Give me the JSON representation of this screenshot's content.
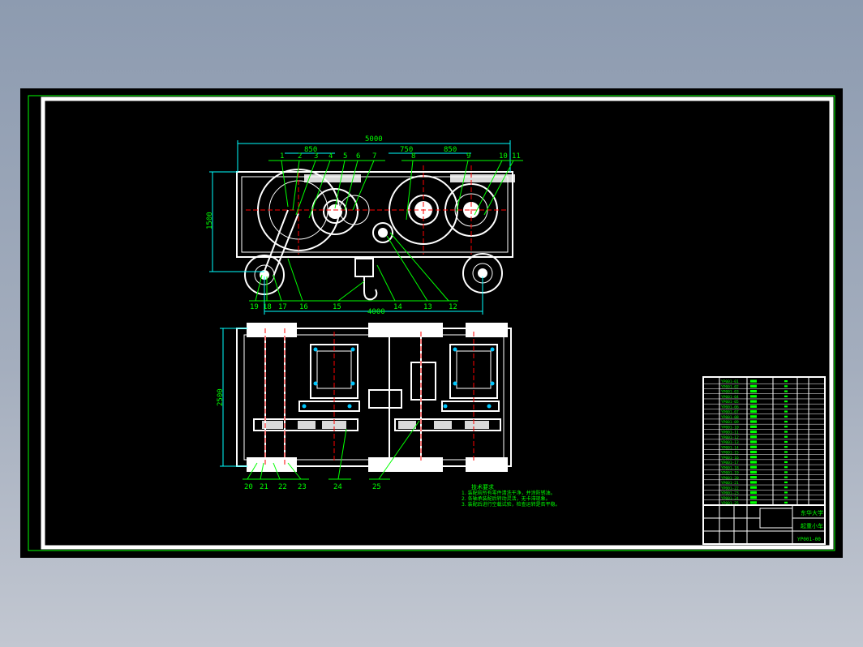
{
  "colors": {
    "background": "#8d9bb0",
    "model_space": "#000000",
    "frame": "#ffffff",
    "outer_border": "#00ff00",
    "dimension": "#00ffff",
    "leader": "#00ff00",
    "centerline": "#ff0000",
    "accent": "#00c8ff",
    "hatch": "#ffffff"
  },
  "dimensions": {
    "overall_width": "5000",
    "left_span": "850",
    "mid_span": "750",
    "right_span": "850",
    "height": "1500",
    "wheelbase": "4000",
    "track_width": "2500"
  },
  "top_view_part_numbers": [
    "1",
    "2",
    "3",
    "4",
    "5",
    "6",
    "7",
    "8",
    "9",
    "10",
    "11"
  ],
  "front_view_part_numbers": [
    "19",
    "18",
    "17",
    "16",
    "15",
    "14",
    "13",
    "12"
  ],
  "plan_view_part_numbers": [
    "20",
    "21",
    "22",
    "23",
    "24",
    "25"
  ],
  "technical_notes": {
    "heading": "技术要求",
    "lines": [
      "1. 装配前所有零件清洗干净，并涂防锈油。",
      "2. 各轴承装配后转动灵活，无卡滞现象。",
      "3. 装配后进行空载试验，检查运转是否平稳。"
    ]
  },
  "title_block": {
    "school": "东华大学",
    "drawing_title": "起重小车",
    "drawing_number": "YP001-00",
    "bom_rows": [
      "YP001-01",
      "YP001-02",
      "YP001-03",
      "YP001-04",
      "YP001-05",
      "YP001-06",
      "YP001-07",
      "YP001-08",
      "YP001-09",
      "YP001-10",
      "YP001-11",
      "YP001-12",
      "YP001-13",
      "YP001-14",
      "YP001-15",
      "YP001-16",
      "YP001-17",
      "YP001-18",
      "YP001-19",
      "YP001-20",
      "YP001-21",
      "YP001-22",
      "YP001-23",
      "YP001-24",
      "YP001-25"
    ]
  }
}
